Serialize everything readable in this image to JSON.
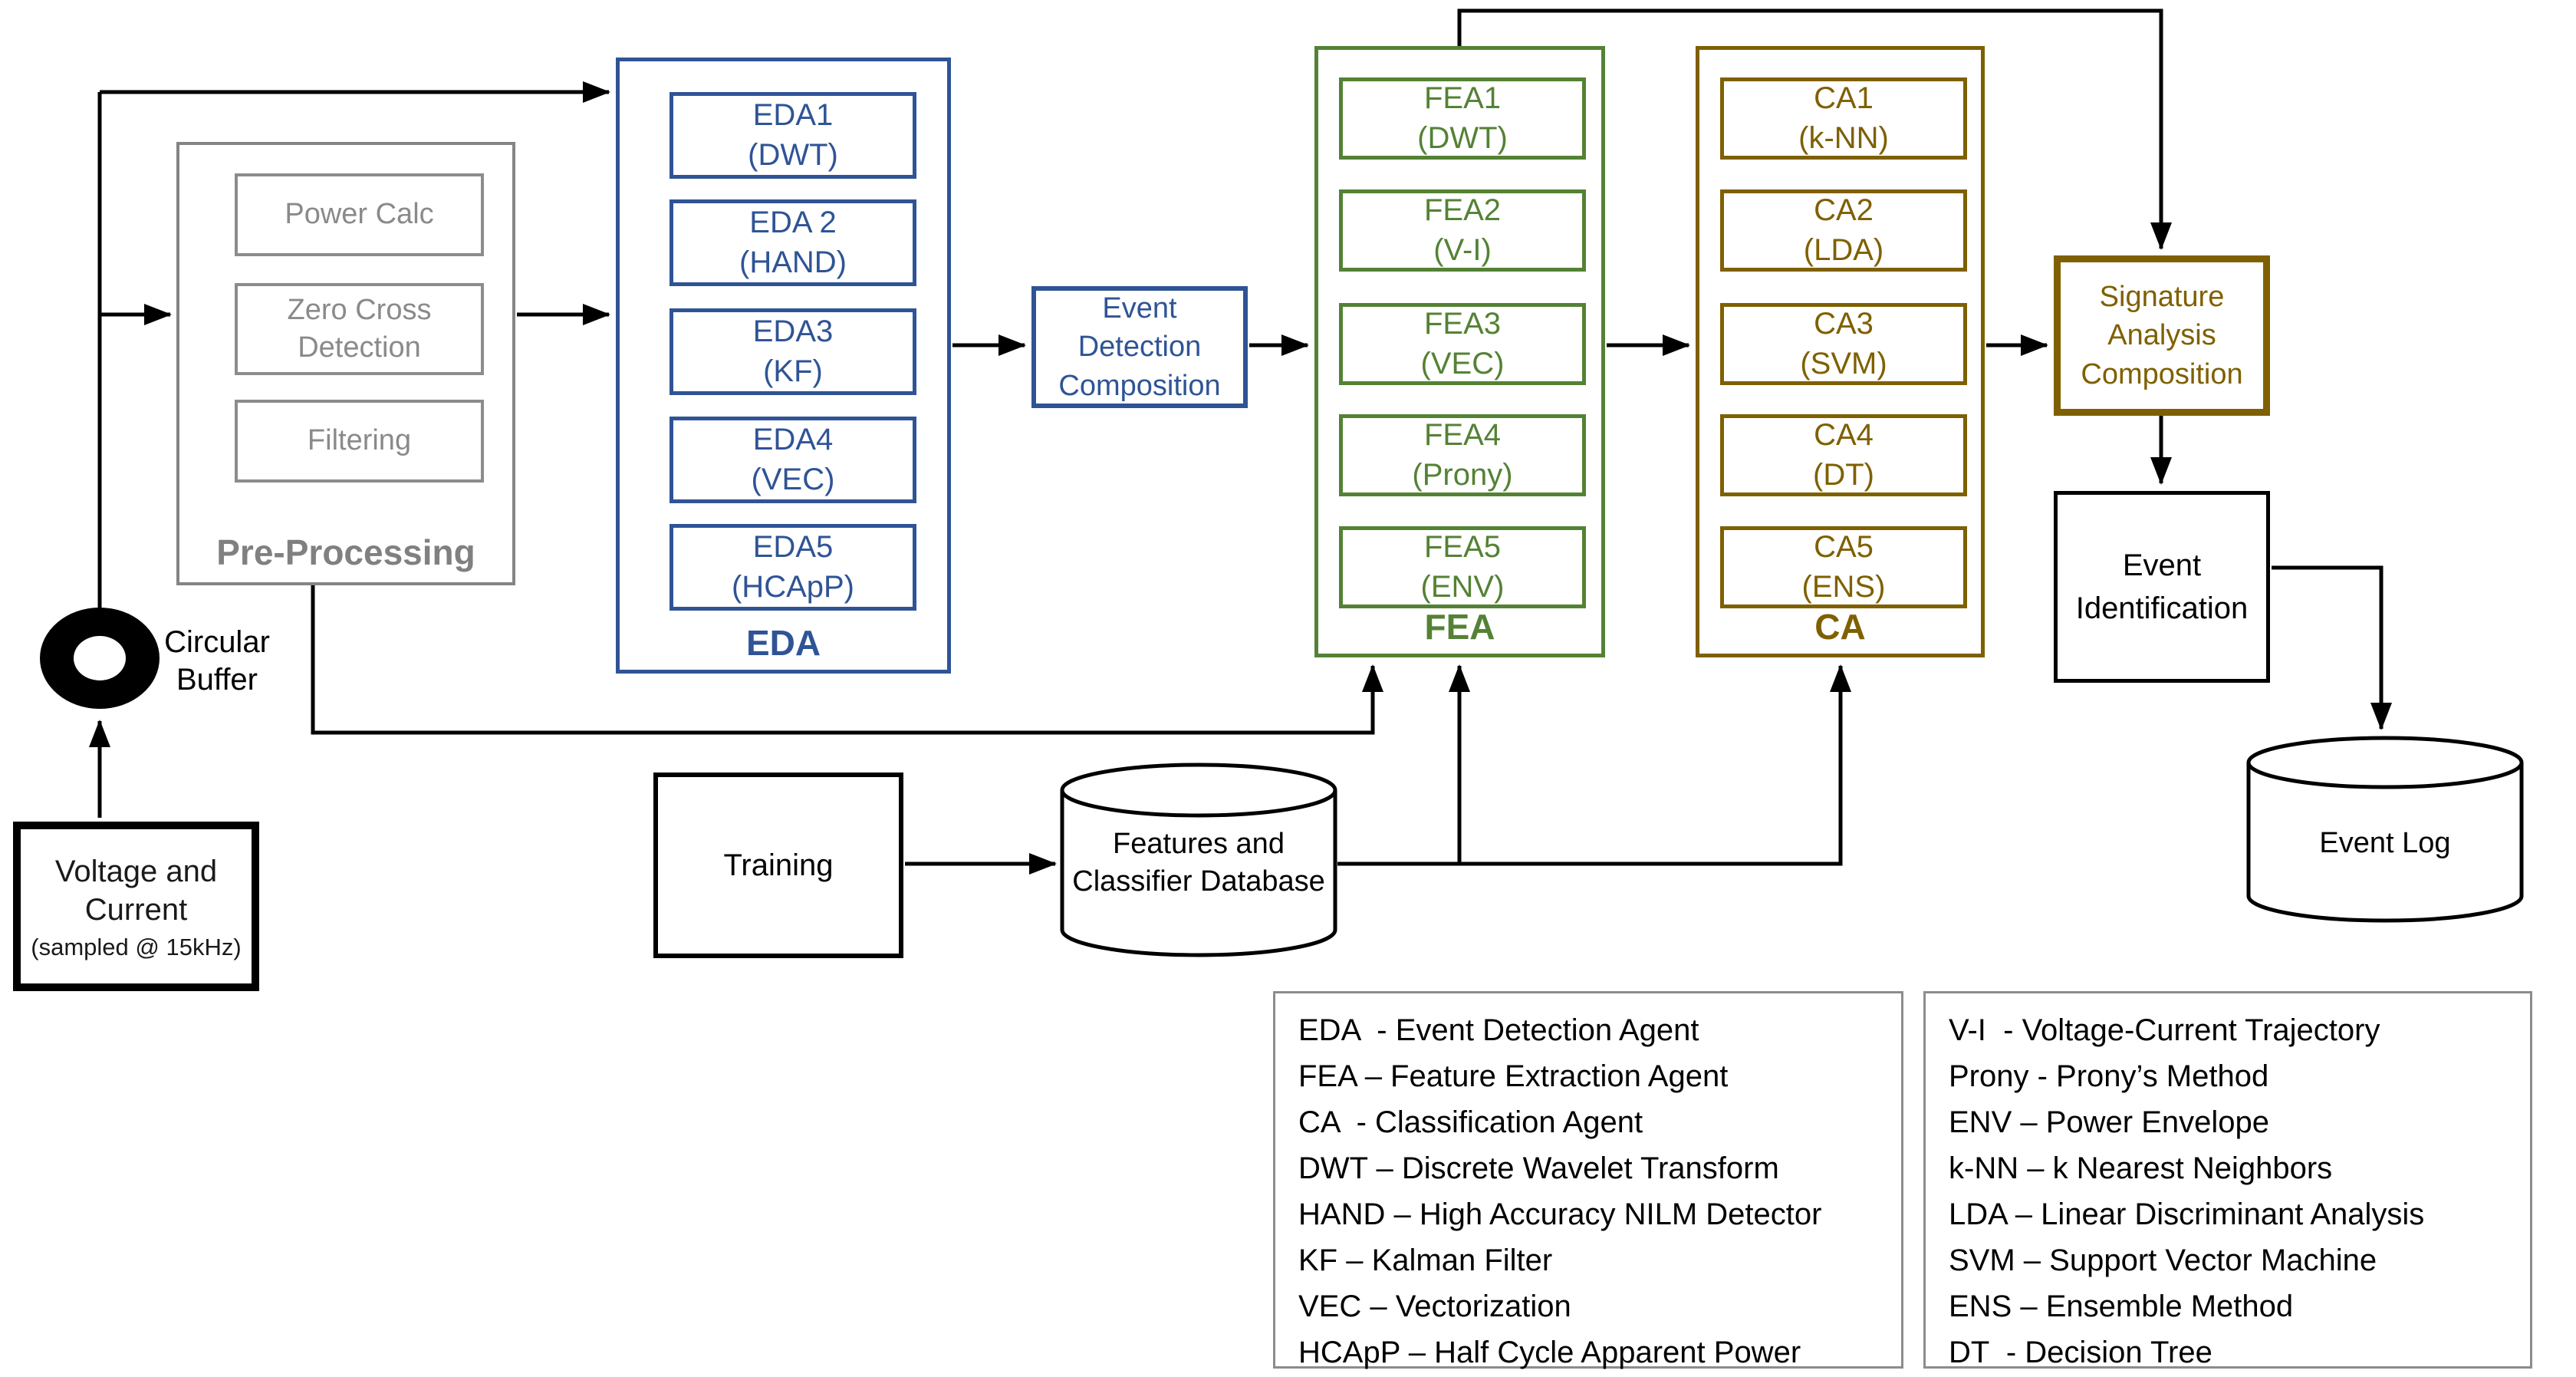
{
  "colors": {
    "eda_blue": "#2F5496",
    "fea_green": "#548235",
    "ca_olive": "#7F6000",
    "preprocessing_gray": "#808080",
    "line_black": "#000000"
  },
  "source": {
    "line1": "Voltage and",
    "line2": "Current",
    "subtitle": "(sampled @ 15kHz)"
  },
  "circular_buffer": {
    "line1": "Circular",
    "line2": "Buffer"
  },
  "preprocessing": {
    "label": "Pre-Processing",
    "items": [
      "Power Calc",
      "Zero Cross Detection",
      "Filtering"
    ]
  },
  "eda": {
    "label": "EDA",
    "items": [
      {
        "name": "EDA1",
        "method": "(DWT)"
      },
      {
        "name": "EDA 2",
        "method": "(HAND)"
      },
      {
        "name": "EDA3",
        "method": "(KF)"
      },
      {
        "name": "EDA4",
        "method": "(VEC)"
      },
      {
        "name": "EDA5",
        "method": "(HCApP)"
      }
    ]
  },
  "event_detection_composition": {
    "line1": "Event",
    "line2": "Detection",
    "line3": "Composition"
  },
  "fea": {
    "label": "FEA",
    "items": [
      {
        "name": "FEA1",
        "method": "(DWT)"
      },
      {
        "name": "FEA2",
        "method": "(V-I)"
      },
      {
        "name": "FEA3",
        "method": "(VEC)"
      },
      {
        "name": "FEA4",
        "method": "(Prony)"
      },
      {
        "name": "FEA5",
        "method": "(ENV)"
      }
    ]
  },
  "ca": {
    "label": "CA",
    "items": [
      {
        "name": "CA1",
        "method": "(k-NN)"
      },
      {
        "name": "CA2",
        "method": "(LDA)"
      },
      {
        "name": "CA3",
        "method": "(SVM)"
      },
      {
        "name": "CA4",
        "method": "(DT)"
      },
      {
        "name": "CA5",
        "method": "(ENS)"
      }
    ]
  },
  "signature_analysis_composition": {
    "line1": "Signature",
    "line2": "Analysis",
    "line3": "Composition"
  },
  "event_identification": {
    "line1": "Event",
    "line2": "Identification"
  },
  "event_log": {
    "label": "Event Log"
  },
  "training": {
    "label": "Training"
  },
  "features_db": {
    "line1": "Features and",
    "line2": "Classifier Database"
  },
  "legend": {
    "left": [
      "EDA  - Event Detection Agent",
      "FEA – Feature Extraction Agent",
      "CA  - Classification Agent",
      "DWT – Discrete Wavelet Transform",
      "HAND – High Accuracy NILM Detector",
      "KF – Kalman Filter",
      "VEC – Vectorization",
      "HCApP – Half Cycle Apparent Power"
    ],
    "right": [
      "V-I  - Voltage-Current Trajectory",
      "Prony - Prony’s Method",
      "ENV – Power Envelope",
      "k-NN – k Nearest Neighbors",
      "LDA – Linear Discriminant Analysis",
      "SVM – Support Vector Machine",
      "ENS – Ensemble Method",
      "DT  - Decision Tree"
    ]
  }
}
